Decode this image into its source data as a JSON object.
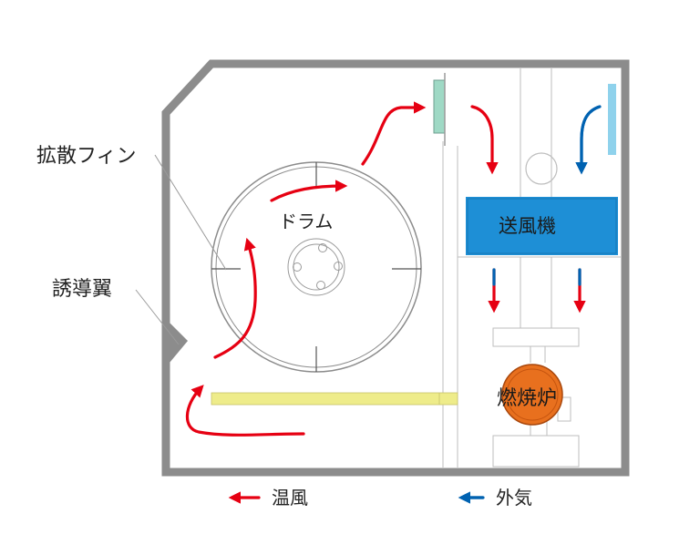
{
  "labels": {
    "fin": "拡散フィン",
    "guide": "誘導翼",
    "drum": "ドラム",
    "fan": "送風機",
    "burner": "燃焼炉"
  },
  "legend": {
    "hot_air": "温風",
    "outside_air": "外気"
  },
  "colors": {
    "hot_air": "#e60012",
    "outside_air": "#0062b1",
    "wall": "#8c8c8c",
    "fan": "#1e8fd6",
    "burner": "#e8701e",
    "rail": "#eeec8a",
    "filter_green": "#9fd9c5",
    "filter_blue": "#8fd2ec"
  }
}
